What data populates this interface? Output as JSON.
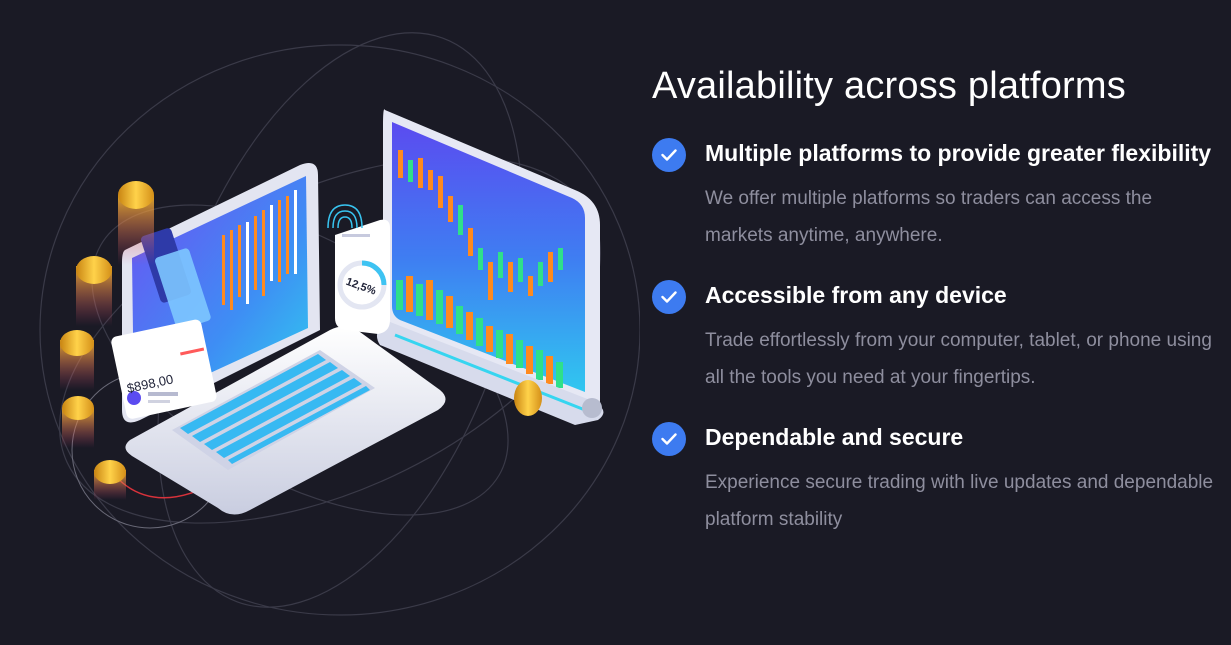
{
  "section": {
    "heading": "Availability across platforms",
    "features": [
      {
        "title": "Multiple platforms to provide greater flexibility",
        "description": "We offer multiple platforms so traders can access the markets anytime, anywhere.",
        "icon": "check-circle-icon"
      },
      {
        "title": "Accessible from any device",
        "description": "Trade effortlessly from your computer, tablet, or phone using all the tools you need at your fingertips.",
        "icon": "check-circle-icon"
      },
      {
        "title": "Dependable and secure",
        "description": "Experience secure trading with live updates and dependable platform stability",
        "icon": "check-circle-icon"
      }
    ]
  },
  "illustration": {
    "balance_label": "$898,00",
    "percent_label": "12,5%"
  },
  "colors": {
    "background": "#1a1a25",
    "accent": "#3d7bf0",
    "muted_text": "#8e8e9e",
    "coin": "#f5b82a",
    "candle_up": "#2fe08a",
    "candle_down": "#ff8a1f"
  }
}
